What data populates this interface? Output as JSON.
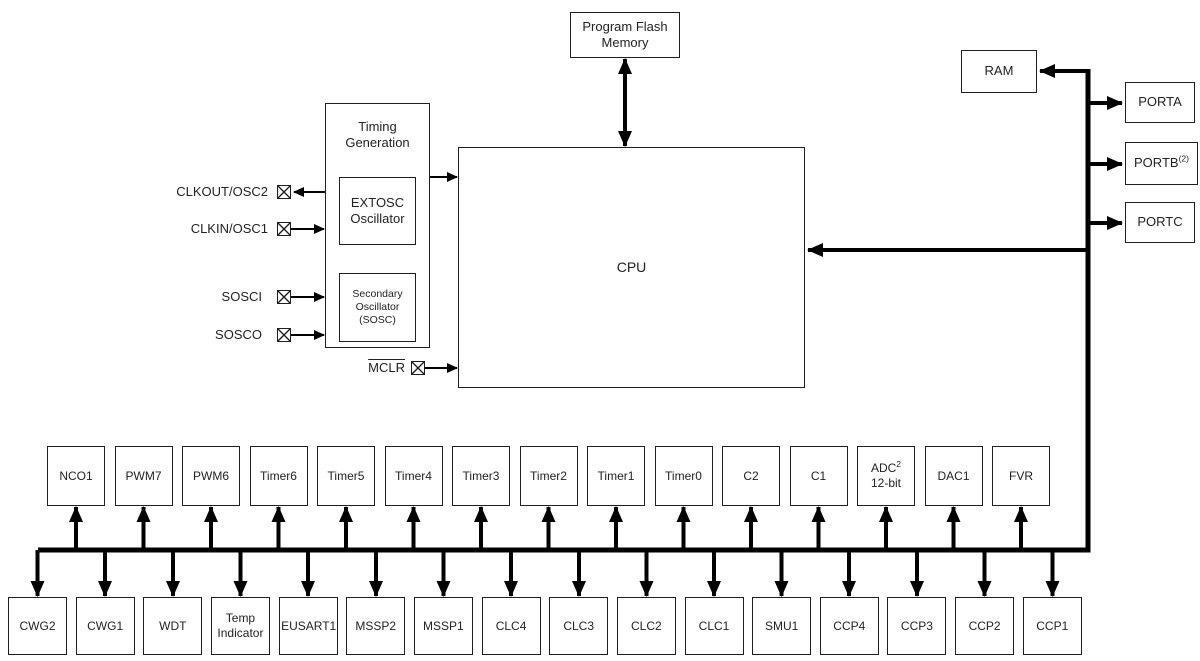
{
  "boxes": {
    "program_flash": "Program Flash Memory",
    "cpu": "CPU",
    "timing_generation": "Timing Generation",
    "extosc": "EXTOSC Oscillator",
    "sosc": "Secondary Oscillator (SOSC)",
    "ram": "RAM",
    "porta": "PORTA",
    "portb": "PORTB",
    "portb_sup": "(2)",
    "portc": "PORTC"
  },
  "pins": {
    "clkout": "CLKOUT/OSC2",
    "clkin": "CLKIN/OSC1",
    "sosci": "SOSCI",
    "sosco": "SOSCO",
    "mclr": "MCLR"
  },
  "peripherals": {
    "row_top": [
      "NCO1",
      "PWM7",
      "PWM6",
      "Timer6",
      "Timer5",
      "Timer4",
      "Timer3",
      "Timer2",
      "Timer1",
      "Timer0",
      "C2",
      "C1",
      {
        "name": "ADC",
        "sup": "2",
        "detail": "12-bit"
      },
      "DAC1",
      "FVR"
    ],
    "row_bottom": [
      "CWG2",
      "CWG1",
      "WDT",
      "Temp Indicator",
      "EUSART1",
      "MSSP2",
      "MSSP1",
      "CLC4",
      "CLC3",
      "CLC2",
      "CLC1",
      "SMU1",
      "CCP4",
      "CCP3",
      "CCP2",
      "CCP1"
    ]
  },
  "colors": {
    "line": "#000000",
    "border": "#1f1f1f",
    "text": "#222222",
    "background": "#ffffff"
  }
}
